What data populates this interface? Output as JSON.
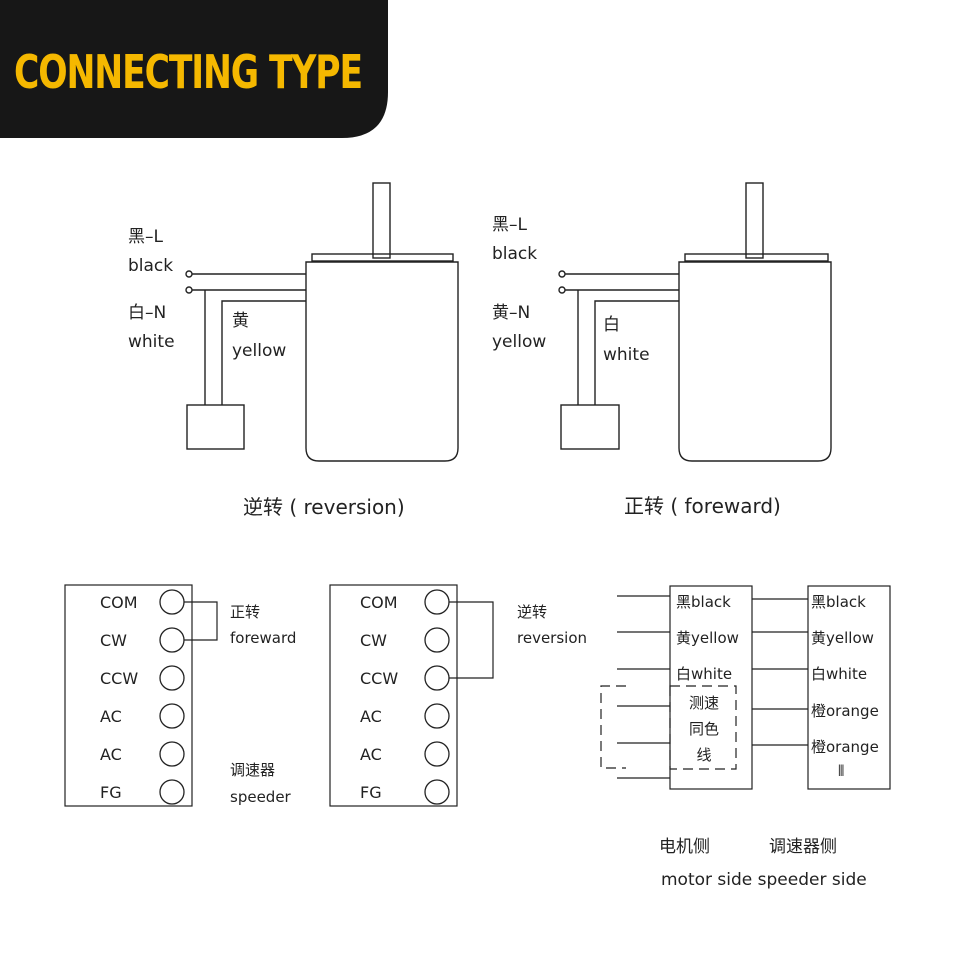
{
  "banner": {
    "title": "CONNECTING TYPE",
    "bg_color": "#171717",
    "text_color": "#f5b800"
  },
  "motor_reversion": {
    "l_label_cn": "黑–L",
    "l_label_en": "black",
    "n_label_cn": "白–N",
    "n_label_en": "white",
    "mid_label_cn": "黄",
    "mid_label_en": "yellow",
    "caption": "逆转 ( reversion)"
  },
  "motor_forward": {
    "l_label_cn": "黑–L",
    "l_label_en": "black",
    "n_label_cn": "黄–N",
    "n_label_en": "yellow",
    "mid_label_cn": "白",
    "mid_label_en": "white",
    "caption": "正转 ( foreward)"
  },
  "terminal_forward": {
    "terminals": [
      "COM",
      "CW",
      "CCW",
      "AC",
      "AC",
      "FG"
    ],
    "link_label_cn": "正转",
    "link_label_en": "foreward",
    "speeder_label_cn": "调速器",
    "speeder_label_en": "speeder"
  },
  "terminal_reversion": {
    "terminals": [
      "COM",
      "CW",
      "CCW",
      "AC",
      "AC",
      "FG"
    ],
    "link_label_cn": "逆转",
    "link_label_en": "reversion"
  },
  "wiring": {
    "motor_side": [
      "黑black",
      "黄yellow",
      "白white"
    ],
    "motor_note": [
      "测速",
      "同色",
      "线"
    ],
    "speeder_side": [
      "黑black",
      "黄yellow",
      "白white",
      "橙orange",
      "橙orange",
      "⫴"
    ],
    "motor_side_cn": "电机侧",
    "speeder_side_cn": "调速器侧",
    "bottom_en": "motor side speeder side"
  }
}
